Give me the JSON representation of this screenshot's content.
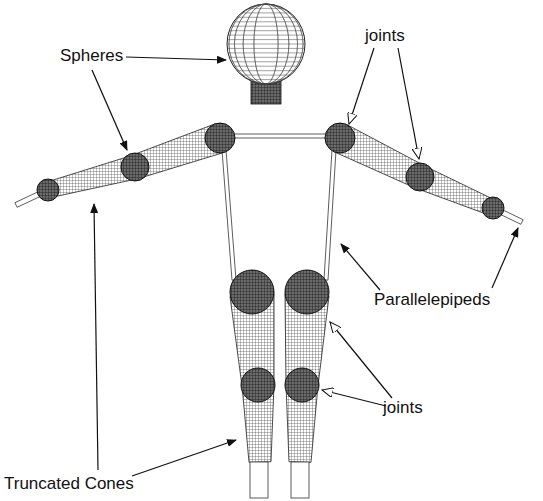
{
  "diagram": {
    "labels": [
      "Spheres",
      "joints",
      "Parallelepipeds",
      "joints",
      "Truncated Cones"
    ]
  }
}
